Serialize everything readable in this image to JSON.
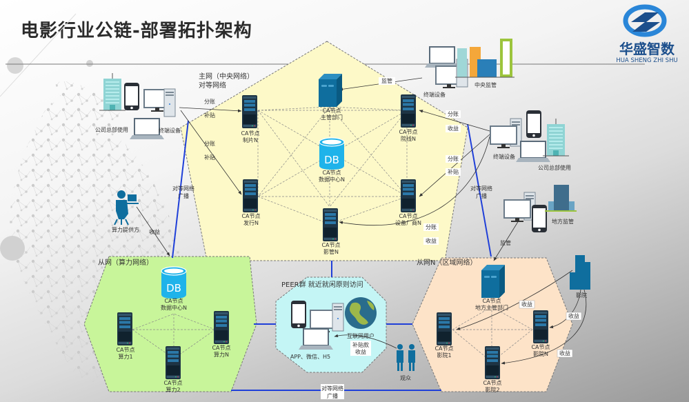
{
  "header": {
    "title": "电影行业公链-部署拓扑架构",
    "logo": {
      "name_cn": "华盛智数",
      "name_en": "HUA SHENG ZHI SHU",
      "icon": "huasheng-logo-icon"
    }
  },
  "colors": {
    "main_zone": "#fdf9c8",
    "compute_zone": "#c8f59a",
    "peer_zone": "#c4f5f5",
    "regional_zone": "#fde3c8",
    "link_blue": "#1f3fd8",
    "device_blue": "#0f6e9e",
    "db_cyan": "#1fb3ea",
    "server_dark": "#1e3444"
  },
  "zones": {
    "main": {
      "title_line1": "主网（中央网络）",
      "title_line2": "对等网络",
      "nodes": [
        {
          "id": "regulator",
          "icon": "server-tower-icon",
          "line1": "CA节点",
          "line2": "主管部门"
        },
        {
          "id": "producer",
          "icon": "server-rack-icon",
          "line1": "CA节点",
          "line2": "制片N"
        },
        {
          "id": "cinema-chain",
          "icon": "server-rack-icon",
          "line1": "CA节点",
          "line2": "院线N"
        },
        {
          "id": "datacenter",
          "icon": "database-icon",
          "db_text": "DB",
          "line1": "CA节点",
          "line2": "数据中心N"
        },
        {
          "id": "distributor",
          "icon": "server-rack-icon",
          "line1": "CA节点",
          "line2": "发行N"
        },
        {
          "id": "equipment",
          "icon": "server-rack-icon",
          "line1": "CA节点",
          "line2": "设备厂商N"
        },
        {
          "id": "cinema-mgmt",
          "icon": "server-rack-icon",
          "line1": "CA节点",
          "line2": "影管N"
        }
      ]
    },
    "compute": {
      "title": "从网（算力网络）",
      "nodes": [
        {
          "id": "c-db",
          "icon": "database-icon",
          "db_text": "DB",
          "line1": "CA节点",
          "line2": "数据中心N"
        },
        {
          "id": "c-1",
          "icon": "server-rack-icon",
          "line1": "CA节点",
          "line2": "算力1"
        },
        {
          "id": "c-n",
          "icon": "server-rack-icon",
          "line1": "CA节点",
          "line2": "算力N"
        },
        {
          "id": "c-2",
          "icon": "server-rack-icon",
          "line1": "CA节点",
          "line2": "算力2"
        }
      ]
    },
    "peer": {
      "title": "PEER群 就近就闲原则访问",
      "internet_users": "互联网用户",
      "apps": "APP、微信、H5",
      "subsidy_label": "补贴款",
      "income_label": "收益"
    },
    "regional": {
      "title": "从网N（区域网络）",
      "nodes": [
        {
          "id": "local-regulator",
          "icon": "server-tower-icon",
          "line1": "CA节点",
          "line2": "地方主管部门"
        },
        {
          "id": "cinema-1",
          "icon": "server-rack-icon",
          "line1": "CA节点",
          "line2": "影院1"
        },
        {
          "id": "cinema-n",
          "icon": "server-rack-icon",
          "line1": "CA节点",
          "line2": "影院N"
        },
        {
          "id": "cinema-2",
          "icon": "server-rack-icon",
          "line1": "CA节点",
          "line2": "影院2"
        }
      ]
    }
  },
  "external": {
    "central_terminal": "终端设备",
    "central_supervision": "中央监管",
    "hq_left": "公司总部使用",
    "terminal_left": "终端设备",
    "compute_provider": "算力提供方",
    "terminal_right": "终端设备",
    "hq_right": "公司总部使用",
    "local_supervision": "地方监管",
    "cinema": "影院",
    "audience": "观众"
  },
  "edge_labels": {
    "supervise": "监管",
    "split": "分账",
    "subsidy": "补贴",
    "income": "收益",
    "p2p_broadcast_1": "对等网络",
    "p2p_broadcast_2": "广播"
  }
}
